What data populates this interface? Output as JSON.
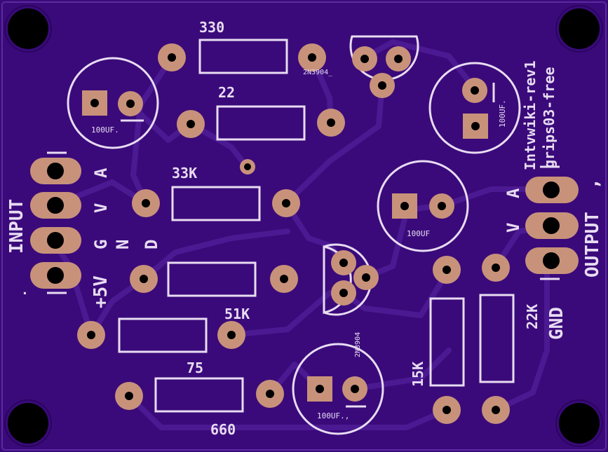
{
  "board": {
    "title_line1": "Intvwiki-rev1",
    "title_line2": "grips03-free",
    "input_label": "INPUT",
    "output_label": "OUTPUT",
    "output_suffix": ",",
    "supply_label": "+5V",
    "gnd_label": "GND",
    "input_dot": ".",
    "pin_letters_in": [
      "A",
      "V",
      "G",
      "N",
      "D"
    ],
    "pin_letters_out": [
      "A",
      "V"
    ]
  },
  "resistors": {
    "r330": "330",
    "r22": "22",
    "r33k": "33K",
    "r51k": "51K",
    "r75": "75",
    "r660": "660",
    "r15k": "15K",
    "r22k": "22K"
  },
  "transistors": {
    "q1": "2N3904_",
    "q2": "2N3904"
  },
  "capacitors": {
    "c1": "100UF.",
    "c2": "100UF.",
    "c3": "100UF",
    "c4": "100UF.,"
  },
  "colors": {
    "board": "#3a0a7a",
    "silk": "#e8dcf2",
    "pad": "#c8927a",
    "trace": "#4b1a92"
  }
}
